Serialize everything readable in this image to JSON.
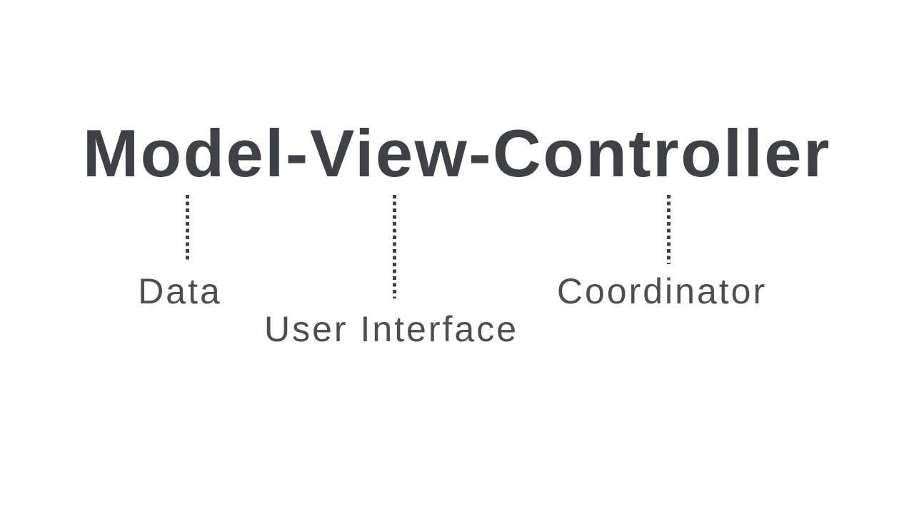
{
  "slide": {
    "title": "Model-View-Controller",
    "colors": {
      "background": "#ffffff",
      "title": "#3e4247",
      "label": "#4b4f54",
      "connector": "#3e4247"
    },
    "labels": [
      {
        "id": "model",
        "component": "Model",
        "text": "Data"
      },
      {
        "id": "view",
        "component": "View",
        "text": "User Interface"
      },
      {
        "id": "controller",
        "component": "Controller",
        "text": "Coordinator"
      }
    ]
  }
}
